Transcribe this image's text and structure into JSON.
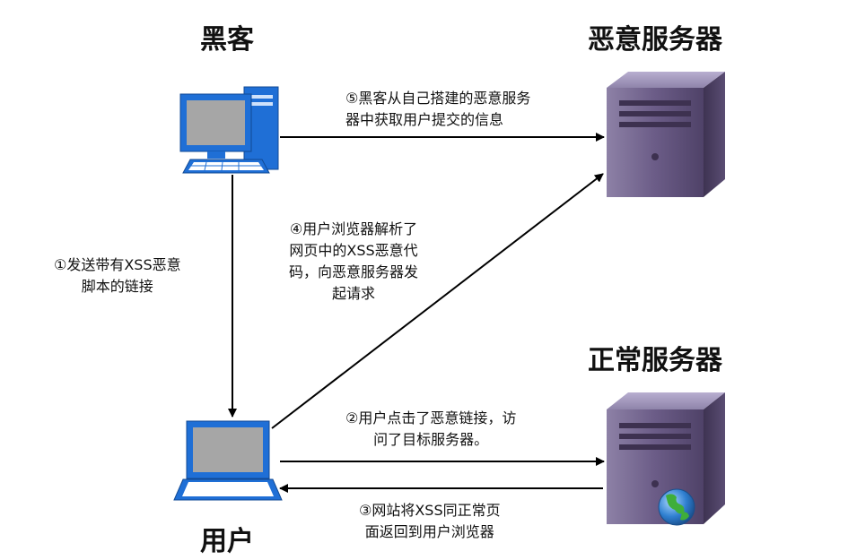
{
  "nodes": {
    "hacker": {
      "label": "黑客"
    },
    "malicious_server": {
      "label": "恶意服务器"
    },
    "normal_server": {
      "label": "正常服务器"
    },
    "user": {
      "label": "用户"
    }
  },
  "steps": {
    "step1": {
      "lines": [
        "①发送带有XSS恶意",
        "脚本的链接"
      ]
    },
    "step2": {
      "lines": [
        "②用户点击了恶意链接，访",
        "问了目标服务器。"
      ]
    },
    "step3": {
      "lines": [
        "③网站将XSS同正常页",
        "面返回到用户浏览器"
      ]
    },
    "step4": {
      "lines": [
        "④用户浏览器解析了",
        "网页中的XSS恶意代",
        "码，向恶意服务器发",
        "起请求"
      ]
    },
    "step5": {
      "lines": [
        "⑤黑客从自己搭建的恶意服务",
        "器中获取用户提交的信息"
      ]
    }
  },
  "colors": {
    "monitor_blue": "#1f6fd6",
    "screen_gray": "#a6a6a6",
    "server_purple": "#5e4f7a",
    "arrow": "#000000",
    "globe_blue": "#2f7fd0",
    "globe_green": "#3fae3a"
  }
}
